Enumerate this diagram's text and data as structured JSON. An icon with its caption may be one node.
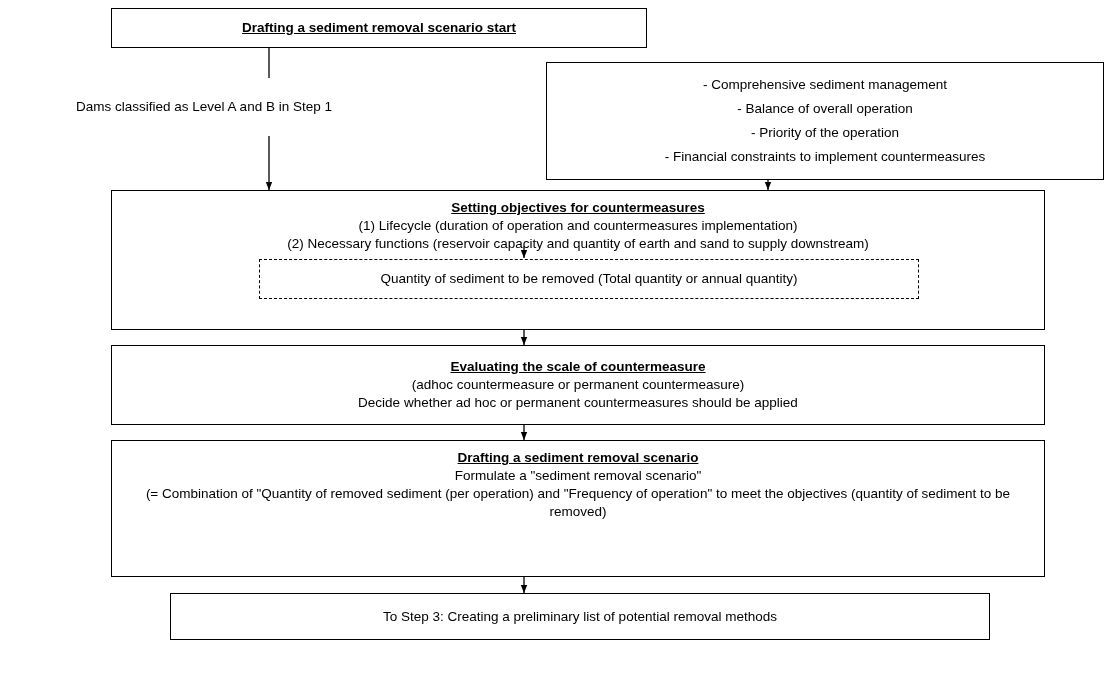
{
  "diagram": {
    "nodes": [
      {
        "text": [
          "Drafting a sediment removal scenario start"
        ]
      },
      {
        "text": [
          "- Comprehensive sediment management",
          "- Balance of overall operation",
          "- Priority of the operation",
          "- Financial constraints to implement countermeasures"
        ]
      },
      {
        "text": [
          "Setting objectives for countermeasures",
          "(1) Lifecycle (duration of operation and countermeasures implementation)",
          "(2) Necessary functions (reservoir capacity and quantity of earth and sand to supply downstream)"
        ]
      },
      {
        "text": [
          "Quantity of sediment to be removed (Total quantity or annual quantity)"
        ],
        "in": 2
      },
      {
        "text": [
          "Evaluating the scale of countermeasure",
          "(adhoc countermeasure or permanent countermeasure)",
          "Decide whether ad hoc or permanent countermeasures should be applied"
        ]
      },
      {
        "text": [
          "Drafting a sediment removal scenario",
          "Formulate a \"sediment removal scenario\"",
          "(= Combination of \"Quantity of removed sediment (per operation) and \"Frequency of operation\" to meet the objectives (quantity of sediment to be removed)"
        ]
      },
      {
        "text": [
          "To Step 3: Creating a preliminary list of potential removal methods"
        ]
      }
    ],
    "edges": [
      {
        "from": 0,
        "to": 2,
        "arrow": "to",
        "label": "Dams classified as Level A and B in Step 1"
      },
      {
        "from": 1,
        "to": 2,
        "arrow": "to"
      },
      {
        "from": null,
        "to": 3,
        "arrow": "to"
      },
      {
        "from": 2,
        "to": 4,
        "arrow": "to"
      },
      {
        "from": 4,
        "to": 5,
        "arrow": "to"
      },
      {
        "from": 5,
        "to": 6,
        "arrow": "to"
      }
    ]
  }
}
